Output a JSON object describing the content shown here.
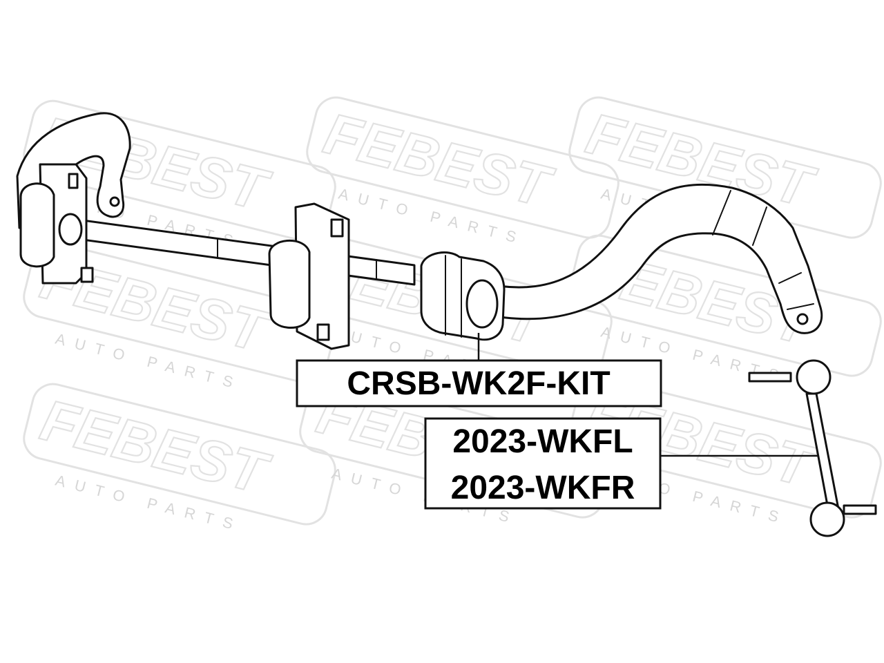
{
  "watermark": {
    "brand": "FEBEST",
    "tagline": "AUTO PARTS"
  },
  "callouts": {
    "bushing_kit": "CRSB-WK2F-KIT",
    "link_left": "2023-WKFL",
    "link_right": "2023-WKFR"
  },
  "colors": {
    "line": "#111111",
    "watermark": "#e2e2e2",
    "background": "#ffffff"
  }
}
